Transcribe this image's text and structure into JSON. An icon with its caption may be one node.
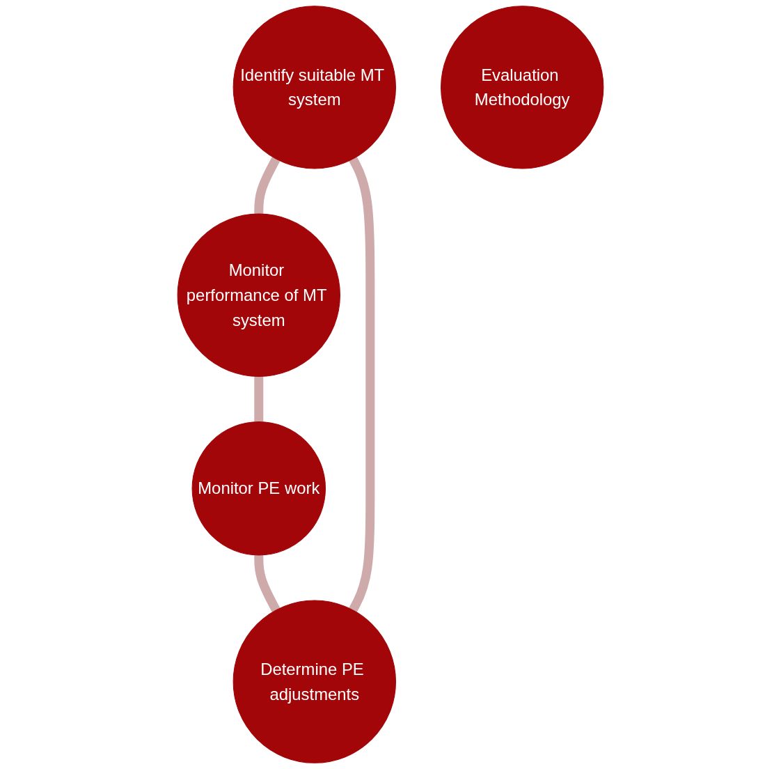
{
  "diagram": {
    "nodes": [
      {
        "text": [
          "Identify suitable MT system"
        ]
      },
      {
        "text": [
          "Monitor performance of MT system"
        ]
      },
      {
        "text": [
          "Monitor PE work"
        ]
      },
      {
        "text": [
          "Determine PE adjustments"
        ]
      },
      {
        "text": [
          "Evaluation Methodology"
        ]
      }
    ],
    "edges": [
      {
        "from": 0,
        "to": 1,
        "arrow": "none"
      },
      {
        "from": 1,
        "to": 2,
        "arrow": "none"
      },
      {
        "from": 2,
        "to": 3,
        "arrow": "none"
      },
      {
        "from": 3,
        "to": 0,
        "arrow": "none"
      }
    ]
  }
}
